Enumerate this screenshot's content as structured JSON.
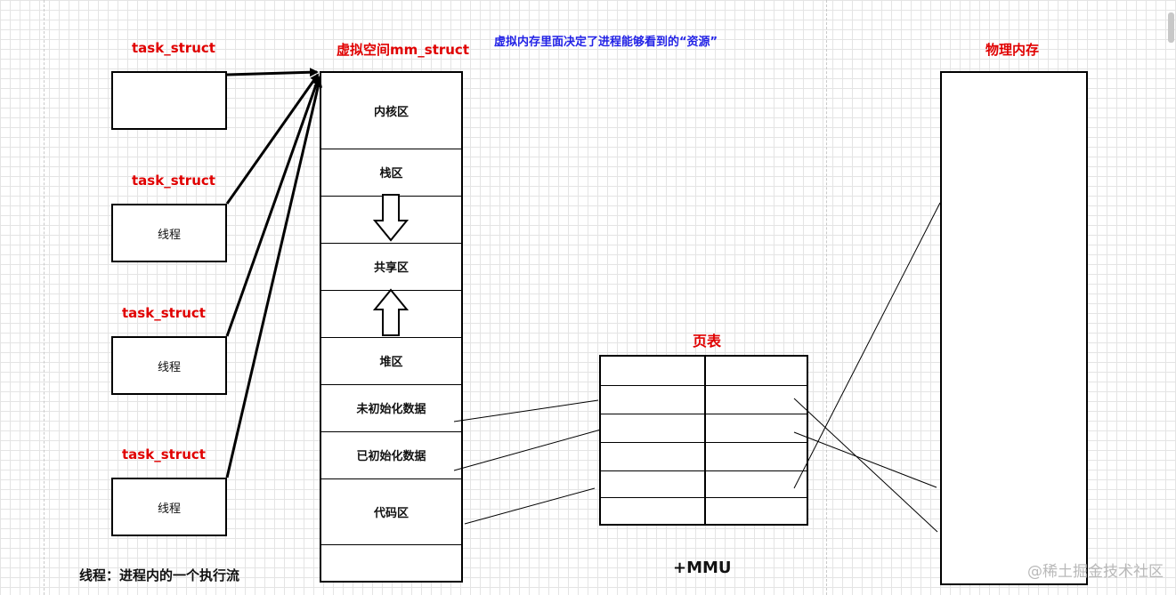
{
  "task_labels": [
    "task_struct",
    "task_struct",
    "task_struct",
    "task_struct"
  ],
  "thread_boxes": [
    "",
    "线程",
    "线程",
    "线程"
  ],
  "mm_title": "虚拟空间mm_struct",
  "note": "虚拟内存里面决定了进程能够看到的“资源”",
  "segments": [
    "内核区",
    "栈区",
    "",
    "共享区",
    "",
    "堆区",
    "未初始化数据",
    "已初始化数据",
    "代码区",
    ""
  ],
  "page_table_title": "页表",
  "mmu_label": "+MMU",
  "physical_title": "物理内存",
  "footnote": "线程：进程内的一个执行流",
  "watermark": "@稀土掘金技术社区",
  "colors": {
    "label_red": "#e00000",
    "note_blue": "#2222e6",
    "grid": "#e4e4e4"
  }
}
